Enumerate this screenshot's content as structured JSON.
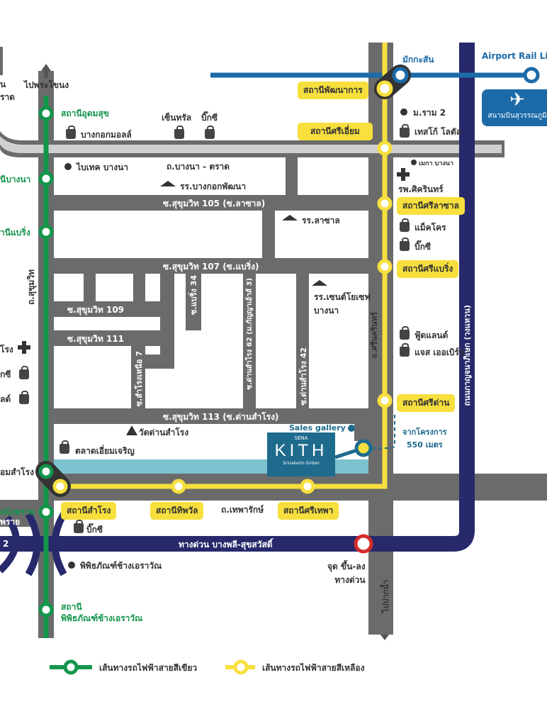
{
  "roads": {
    "sukhumvit": "ถ.สุขุมวิท",
    "bangna_trat": "ถ.บางนา - ตราด",
    "soi105": "ซ.สุขุมวิท 105 (ซ.ลาซาล)",
    "soi107": "ซ.สุขุมวิท 107 (ซ.แบริ่ง)",
    "soi109": "ซ.สุขุมวิท 109",
    "soi111": "ซ.สุขุมวิท 111",
    "soi113": "ซ.สุขุมวิท 113 (ซ.ด่านสำโรง)",
    "baring34": "ซ.แบริ่ง 34",
    "samrong_nuea7": "ซ.สำโรงเหนือ 7",
    "dansamrong62": "ซ.ด่านสำโรง 62 (ม.กัญญาเอ้าส์ 3)",
    "dansamrong42": "ซ.ด่านสำโรง 42",
    "srinakarin": "ถ.ศรีนครินทร์",
    "theparak": "ถ.เทพารักษ์",
    "kanchanaphisek": "ถนนกาญจนาภิเษก (วงแหวน)",
    "motorway": "ทางด่วน บางพลี-สุขสวัสดิ์",
    "to_phrakhanong": "ไปพระโขนง",
    "to_paknam": "ไปปากน้ำ",
    "left_cut_1": "น",
    "left_cut_2": "ราด",
    "left_motorway": "2",
    "left_theparak": "พราย",
    "exit": "จุด ขึ้น-ลง\nทางด่วน"
  },
  "green_stations": [
    "สถานีอุดมสุข",
    "นีบางนา",
    "านีแบริ่ง",
    "อมสำโรง",
    "สมิงพราย",
    "สถานี\nพิพิธภัณฑ์ช้างเอราวัณ"
  ],
  "yellow_stations": [
    "สถานีพัฒนาการ",
    "สถานีศรีเอี่ยม",
    "สถานีศรีลาซาล",
    "สถานีศรีแบริ่ง",
    "สถานีศรีด่าน",
    "สถานีสำโรง",
    "สถานีทิพวัล",
    "สถานีศรีเทพา"
  ],
  "arl": {
    "makkasan": "มักกะสัน",
    "label": "Airport Rail Lin",
    "airport": "สนามบินสุวรรณภูมิ"
  },
  "places": {
    "central": "เซ็นทรัล",
    "bigc1": "บิ๊กซี",
    "bangkok_mall": "บางกอกมอลล์",
    "biotec": "ไบเทค บางนา",
    "bkk_patana": "รร.บางกอกพัฒนา",
    "lasalle_school": "รร.ลาซาล",
    "ram2": "ม.ราม 2",
    "tesco": "เทสโก้ โลตัส",
    "mega": "เมกา บางนา",
    "sikarin": "รพ.ศิครินทร์",
    "makro": "แม็คโคร",
    "bigc2": "บิ๊กซี",
    "st_joseph": "รร.เซนต์โยเซฟ\nบางนา",
    "foodland": "ฟู้ดแลนด์",
    "ss": "แจส เออเบิร์น",
    "wat": "วัดด่านสำโรง",
    "market": "ตลาดเอี่ยมเจริญ",
    "bigc3": "บิ๊กซี",
    "erawan": "พิพิธภัณฑ์ช้างเอราวัณ",
    "left_hosp": "โรง",
    "left_bigc": "กซี",
    "left_mall": "ลด์"
  },
  "project": {
    "sales_gallery": "Sales gallery",
    "brand": "SENA",
    "name": "KITH",
    "sub": "Srinakarin-Sridan",
    "distance": "จากโครงการ\n550 เมตร"
  },
  "legend": {
    "green": "เส้นทางรถไฟฟ้าสายสีเขียว",
    "yellow": "เส้นทางรถไฟฟ้าสายสีเหลือง"
  },
  "colors": {
    "green": "#13954b",
    "yellow": "#f7df3e",
    "navy": "#27296b",
    "arl": "#1c6aa8",
    "road": "#6b6b6b",
    "canal": "#7cc3cf"
  }
}
